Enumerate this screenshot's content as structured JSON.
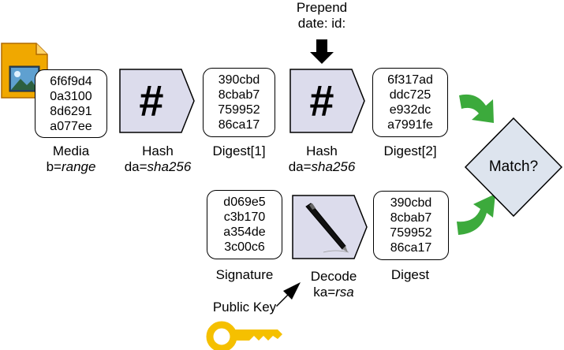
{
  "prepend": {
    "line1": "Prepend",
    "line2": "date: id:"
  },
  "media": {
    "hex": [
      "6f6f9d4",
      "0a3100",
      "8d6291",
      "a077ee"
    ],
    "label": "Media",
    "param_key": "b=",
    "param_val": "range"
  },
  "hash1": {
    "symbol": "#",
    "label": "Hash",
    "param_key": "da=",
    "param_val": "sha256"
  },
  "digest1": {
    "hex": [
      "390cbd",
      "8cbab7",
      "759952",
      "86ca17"
    ],
    "label": "Digest[1]"
  },
  "hash2": {
    "symbol": "#",
    "label": "Hash",
    "param_key": "da=",
    "param_val": "sha256"
  },
  "digest2": {
    "hex": [
      "6f317ad",
      "ddc725",
      "e932dc",
      "a7991fe"
    ],
    "label": "Digest[2]"
  },
  "match": {
    "label": "Match?"
  },
  "signature": {
    "hex": [
      "d069e5",
      "c3b170",
      "a354de",
      "3c00c6"
    ],
    "label": "Signature"
  },
  "decode": {
    "label": "Decode",
    "param_key": "ka=",
    "param_val": "rsa"
  },
  "digest3": {
    "hex": [
      "390cbd",
      "8cbab7",
      "759952",
      "86ca17"
    ],
    "label": "Digest"
  },
  "public_key": {
    "label": "Public Key"
  },
  "colors": {
    "arrow_green": "#3caa3c",
    "shape_fill": "#dcdcec",
    "diamond_fill": "#dde4ee",
    "key_yellow": "#f5c000",
    "file_orange": "#e08c00"
  },
  "icons": [
    "image-file-icon",
    "pen-icon",
    "key-icon"
  ]
}
